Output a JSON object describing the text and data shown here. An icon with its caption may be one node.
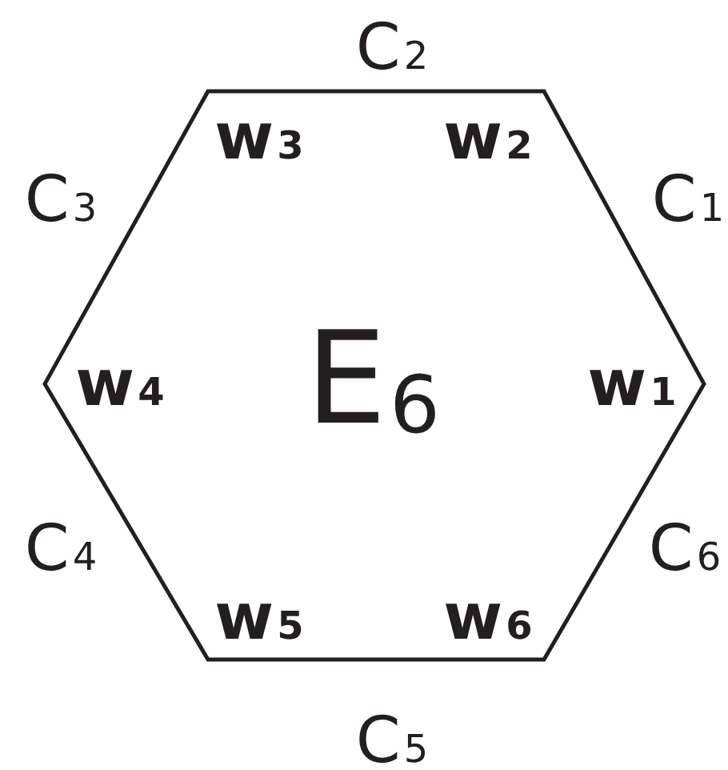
{
  "diagram": {
    "nodes": [
      {
        "text": [
          "E$_{6}$"
        ]
      }
    ],
    "labels": [
      "C$_{2}$",
      "w$_{3}$",
      "w$_{2}$",
      "C$_{3}$",
      "C$_{1}$",
      "w$_{4}$",
      "w$_{1}$",
      "C$_{4}$",
      "C$_{6}$",
      "w$_{5}$",
      "w$_{6}$",
      "C$_{5}$"
    ]
  }
}
